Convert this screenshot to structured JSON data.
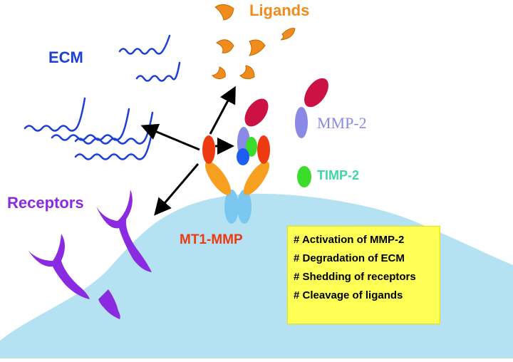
{
  "labels": {
    "ligands": "Ligands",
    "ecm": "ECM",
    "receptors": "Receptors",
    "mmp2": "MMP-2",
    "timp2": "TIMP-2",
    "mt1mmp": "MT1-MMP"
  },
  "functions": [
    "# Activation of MMP-2",
    "# Degradation of ECM",
    "# Shedding of receptors",
    "# Cleavage of ligands"
  ],
  "colors": {
    "ligands": "#f08c1e",
    "ecm": "#1c3fd8",
    "receptors": "#8a2be2",
    "mmp2_label": "#8a8ae6",
    "timp2_label": "#3fd6a0",
    "mt1mmp_label": "#ee3a10",
    "cell": "#b5e2f2",
    "box": "#ffff55"
  }
}
